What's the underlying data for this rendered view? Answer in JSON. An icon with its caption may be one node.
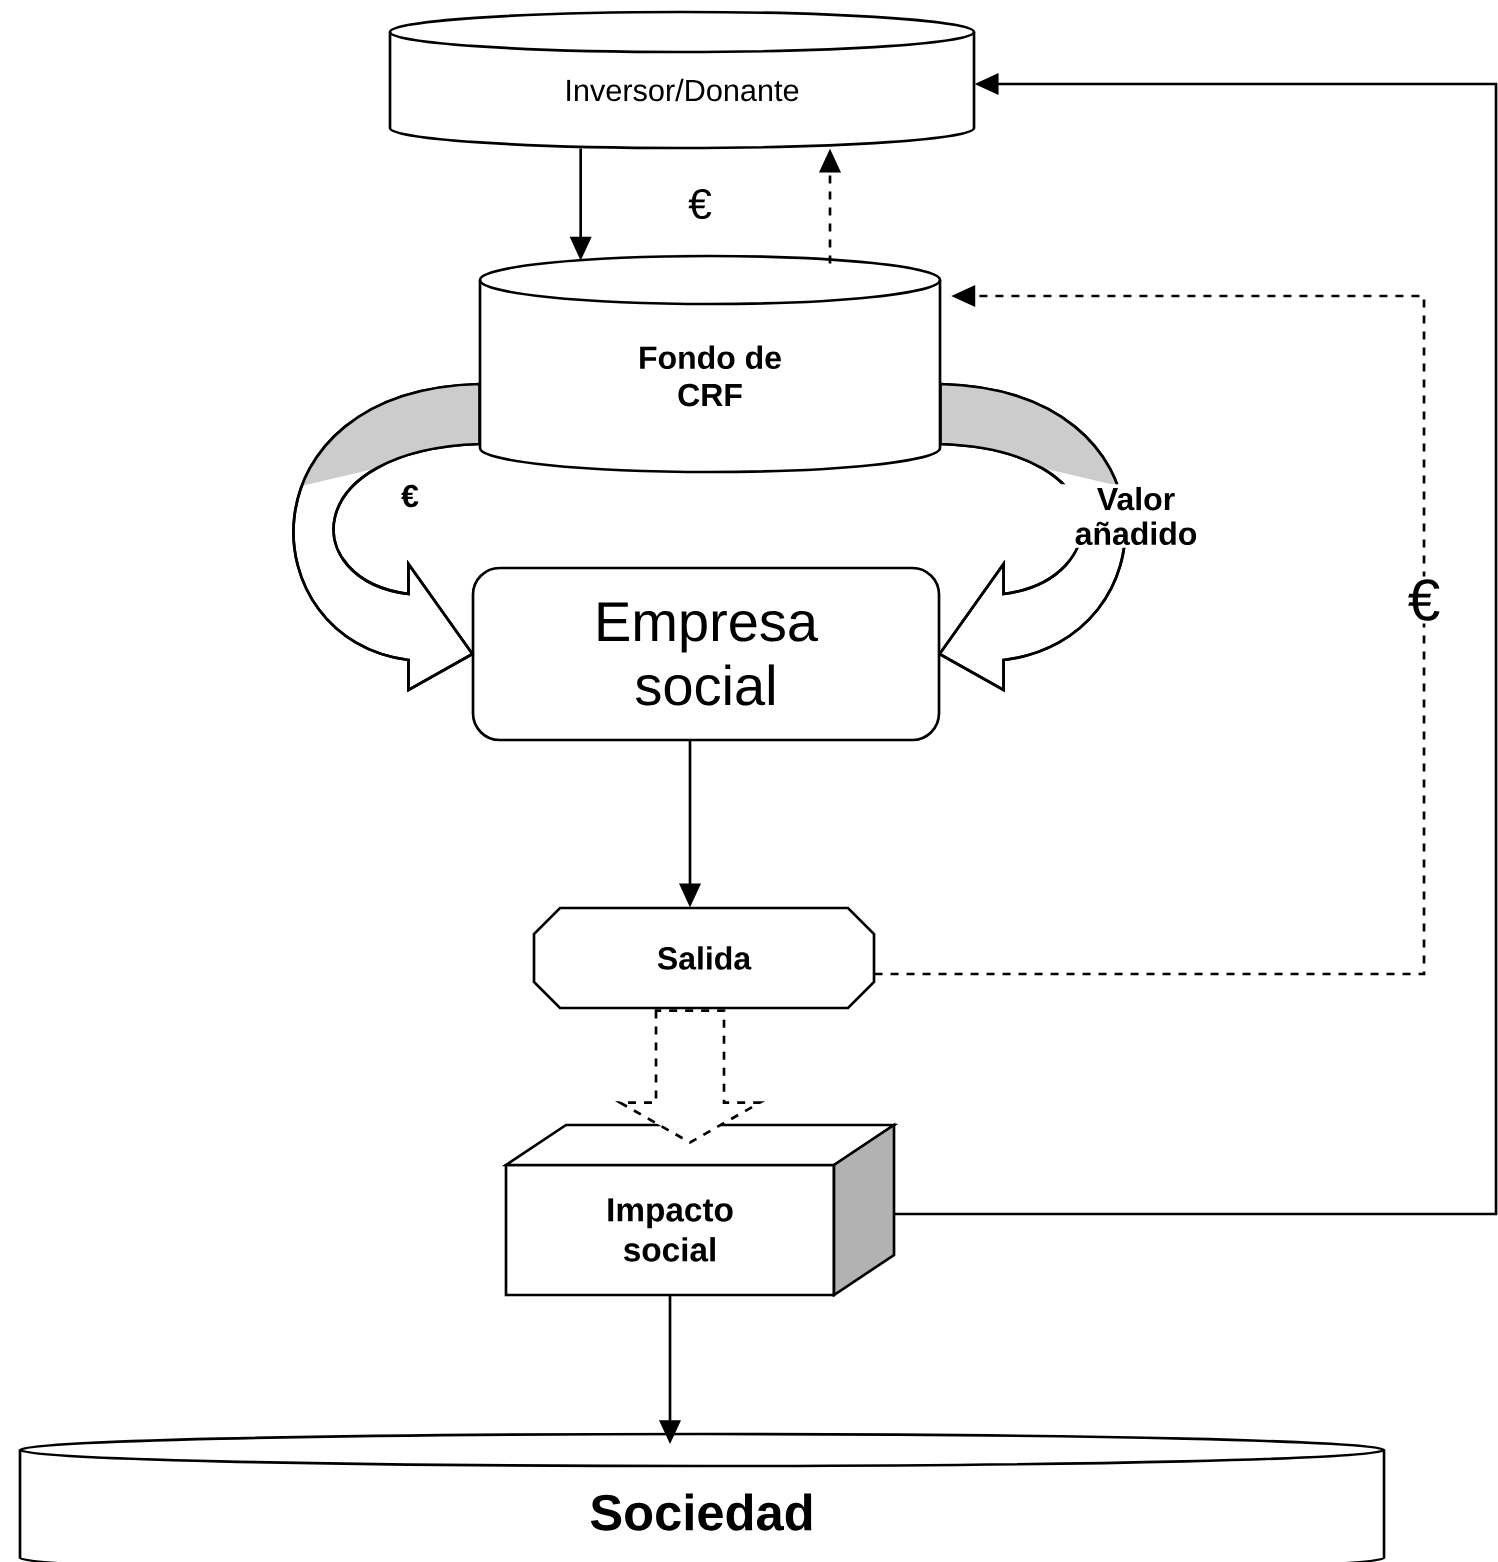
{
  "diagram": {
    "nodes": [
      {
        "text": [
          "Inversor/Donante"
        ]
      },
      {
        "text": [
          "Fondo de CRF"
        ]
      },
      {
        "text": [
          "Empresa social"
        ]
      },
      {
        "text": [
          "Salida"
        ]
      },
      {
        "text": [
          "Impacto social"
        ]
      },
      {
        "text": [
          "Sociedad"
        ]
      }
    ],
    "edges": [
      {
        "from": 0,
        "to": 1,
        "arrow": "to"
      },
      {
        "from": 1,
        "to": 0,
        "arrow": "to",
        "style": "dashed"
      },
      {
        "from": 1,
        "to": 2,
        "arrow": "to",
        "label": "€"
      },
      {
        "from": 1,
        "to": 2,
        "arrow": "to",
        "label": "Valor añadido"
      },
      {
        "from": 2,
        "to": 3,
        "arrow": "to"
      },
      {
        "from": 3,
        "to": 1,
        "arrow": "to",
        "style": "dashed",
        "label": "€"
      },
      {
        "from": 3,
        "to": 4,
        "arrow": "to",
        "style": "dashed"
      },
      {
        "from": 4,
        "to": 0,
        "arrow": "to"
      },
      {
        "from": 4,
        "to": 5,
        "arrow": "to"
      }
    ],
    "labels": [
      "€"
    ]
  }
}
